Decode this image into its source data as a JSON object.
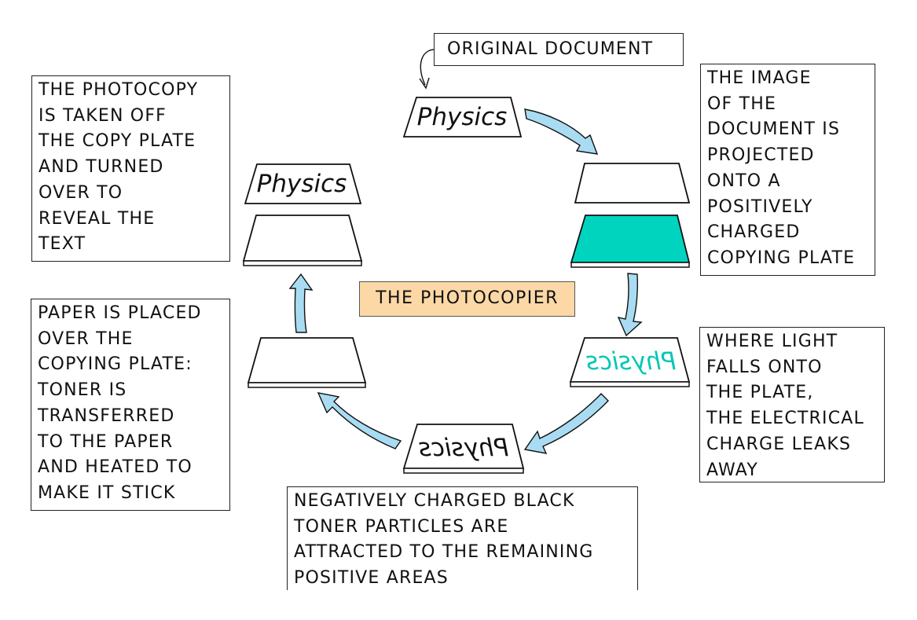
{
  "diagram": {
    "center_label": "THE PHOTOCOPIER",
    "original_label": "ORIGINAL DOCUMENT",
    "document_text": "Physics",
    "steps": [
      {
        "lines": [
          "THE IMAGE",
          "OF THE",
          "DOCUMENT IS",
          "PROJECTED",
          "ONTO A",
          "POSITIVELY",
          "CHARGED",
          "COPYING PLATE"
        ]
      },
      {
        "lines": [
          "WHERE LIGHT",
          "FALLS ONTO",
          "THE PLATE,",
          "THE ELECTRICAL",
          "CHARGE LEAKS",
          "AWAY"
        ]
      },
      {
        "lines": [
          "NEGATIVELY CHARGED BLACK",
          "TONER PARTICLES ARE",
          "ATTRACTED TO THE REMAINING",
          "POSITIVE AREAS"
        ]
      },
      {
        "lines": [
          "PAPER IS PLACED",
          "OVER THE",
          "COPYING PLATE:",
          "TONER IS",
          "TRANSFERRED",
          "TO THE PAPER",
          "AND HEATED TO",
          "MAKE IT STICK"
        ]
      },
      {
        "lines": [
          "THE PHOTOCOPY",
          "IS TAKEN OFF",
          "THE COPY PLATE",
          "AND TURNED",
          "OVER TO",
          "REVEAL THE",
          "TEXT"
        ]
      }
    ],
    "colors": {
      "charged_plate": "#00d4bf",
      "charge_text": "#00c8b4",
      "arrow_fill": "#a9dcf2",
      "label_fill": "#fbd8a6"
    }
  }
}
